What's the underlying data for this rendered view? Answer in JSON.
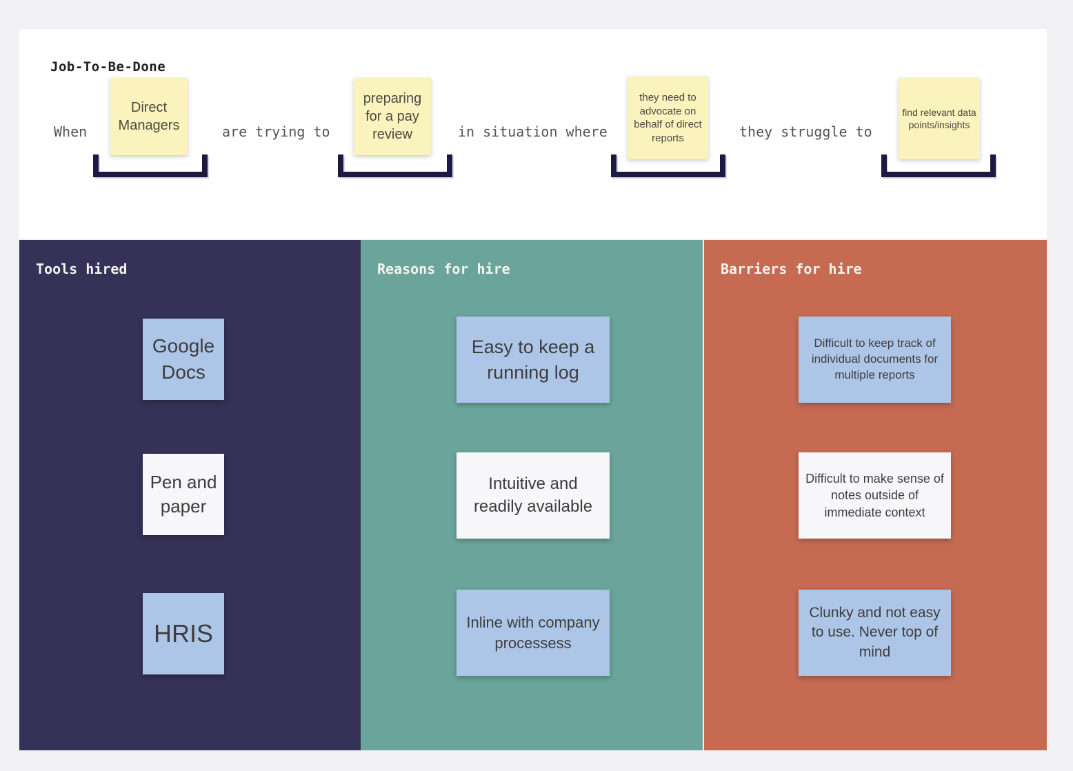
{
  "board": {
    "title": "Job-To-Be-Done"
  },
  "sentence": {
    "word1": "When",
    "sticky1": "Direct Managers",
    "word2": "are trying to",
    "sticky2": "preparing for a pay review",
    "word3": "in situation where",
    "sticky3": "they need to advocate on behalf of direct reports",
    "word4": "they struggle to",
    "sticky4": "find relevant data points/insights"
  },
  "columns": [
    {
      "header": "Tools hired",
      "color": "#353157",
      "notes": [
        {
          "text": "Google Docs",
          "color": "#ADC6E8"
        },
        {
          "text": "Pen and paper",
          "color": "#F7F7F9"
        },
        {
          "text": "HRIS",
          "color": "#ADC6E8"
        }
      ]
    },
    {
      "header": "Reasons for hire",
      "color": "#6AA49A",
      "notes": [
        {
          "text": "Easy to keep a running log",
          "color": "#ADC6E8"
        },
        {
          "text": "Intuitive and readily available",
          "color": "#F7F7F9"
        },
        {
          "text": "Inline with company processess",
          "color": "#ADC6E8"
        }
      ]
    },
    {
      "header": "Barriers for hire",
      "color": "#C66A52",
      "notes": [
        {
          "text": "Difficult to keep track of individual documents for multiple reports",
          "color": "#ADC6E8"
        },
        {
          "text": "Difficult to make sense of notes outside of immediate context",
          "color": "#F7F7F9"
        },
        {
          "text": "Clunky and not easy to use. Never top of mind",
          "color": "#ADC6E8"
        }
      ]
    }
  ],
  "colors": {
    "page_background": "#F1F0F2",
    "panel_background": "#FFFFFF",
    "sticky_yellow": "#FAF3BD",
    "note_blue": "#ADC6E8",
    "note_white": "#F7F7F9",
    "bracket_navy": "#1C1A43",
    "column_navy": "#353157",
    "column_teal": "#6AA49A",
    "column_coral": "#C66A52"
  }
}
